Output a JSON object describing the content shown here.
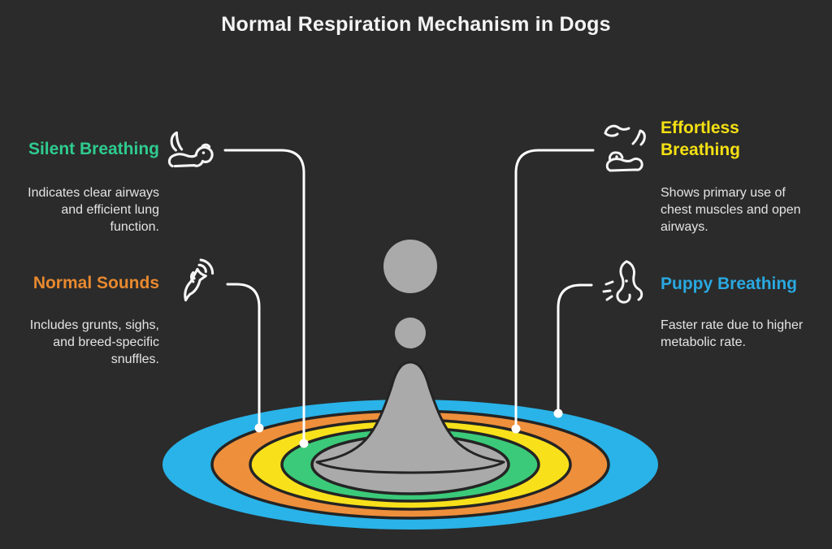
{
  "title": "Normal Respiration Mechanism in Dogs",
  "background_color": "#2b2b2b",
  "items": [
    {
      "label": "Silent Breathing",
      "accent_color": "#2ecc8f",
      "description": "Indicates clear airways and efficient lung function.",
      "icon": "lying-dog-icon",
      "side": "left",
      "connects_to_ring": "green"
    },
    {
      "label": "Normal Sounds",
      "accent_color": "#e8892f",
      "description": "Includes grunts, sighs, and breed-specific snuffles.",
      "icon": "howling-dog-icon",
      "side": "left",
      "connects_to_ring": "orange"
    },
    {
      "label": "Effortless Breathing",
      "accent_color": "#f4e013",
      "description": "Shows primary use of chest muscles and open airways.",
      "icon": "hand-petting-dog-icon",
      "side": "right",
      "connects_to_ring": "yellow"
    },
    {
      "label": "Puppy Breathing",
      "accent_color": "#29a9e1",
      "description": "Faster rate due to higher metabolic rate.",
      "icon": "barking-puppy-icon",
      "side": "right",
      "connects_to_ring": "blue"
    }
  ],
  "illustration": {
    "name": "water-drop-ripple",
    "droplet_color": "#aaaaaa",
    "outline_color": "#242424",
    "connector_color": "#ffffff",
    "rings": [
      {
        "name": "blue-outer",
        "color": "#29b3e8"
      },
      {
        "name": "orange",
        "color": "#ee8f3b"
      },
      {
        "name": "yellow",
        "color": "#f8e11b"
      },
      {
        "name": "green",
        "color": "#3bca79"
      },
      {
        "name": "gray-center",
        "color": "#aaaaaa"
      }
    ]
  }
}
